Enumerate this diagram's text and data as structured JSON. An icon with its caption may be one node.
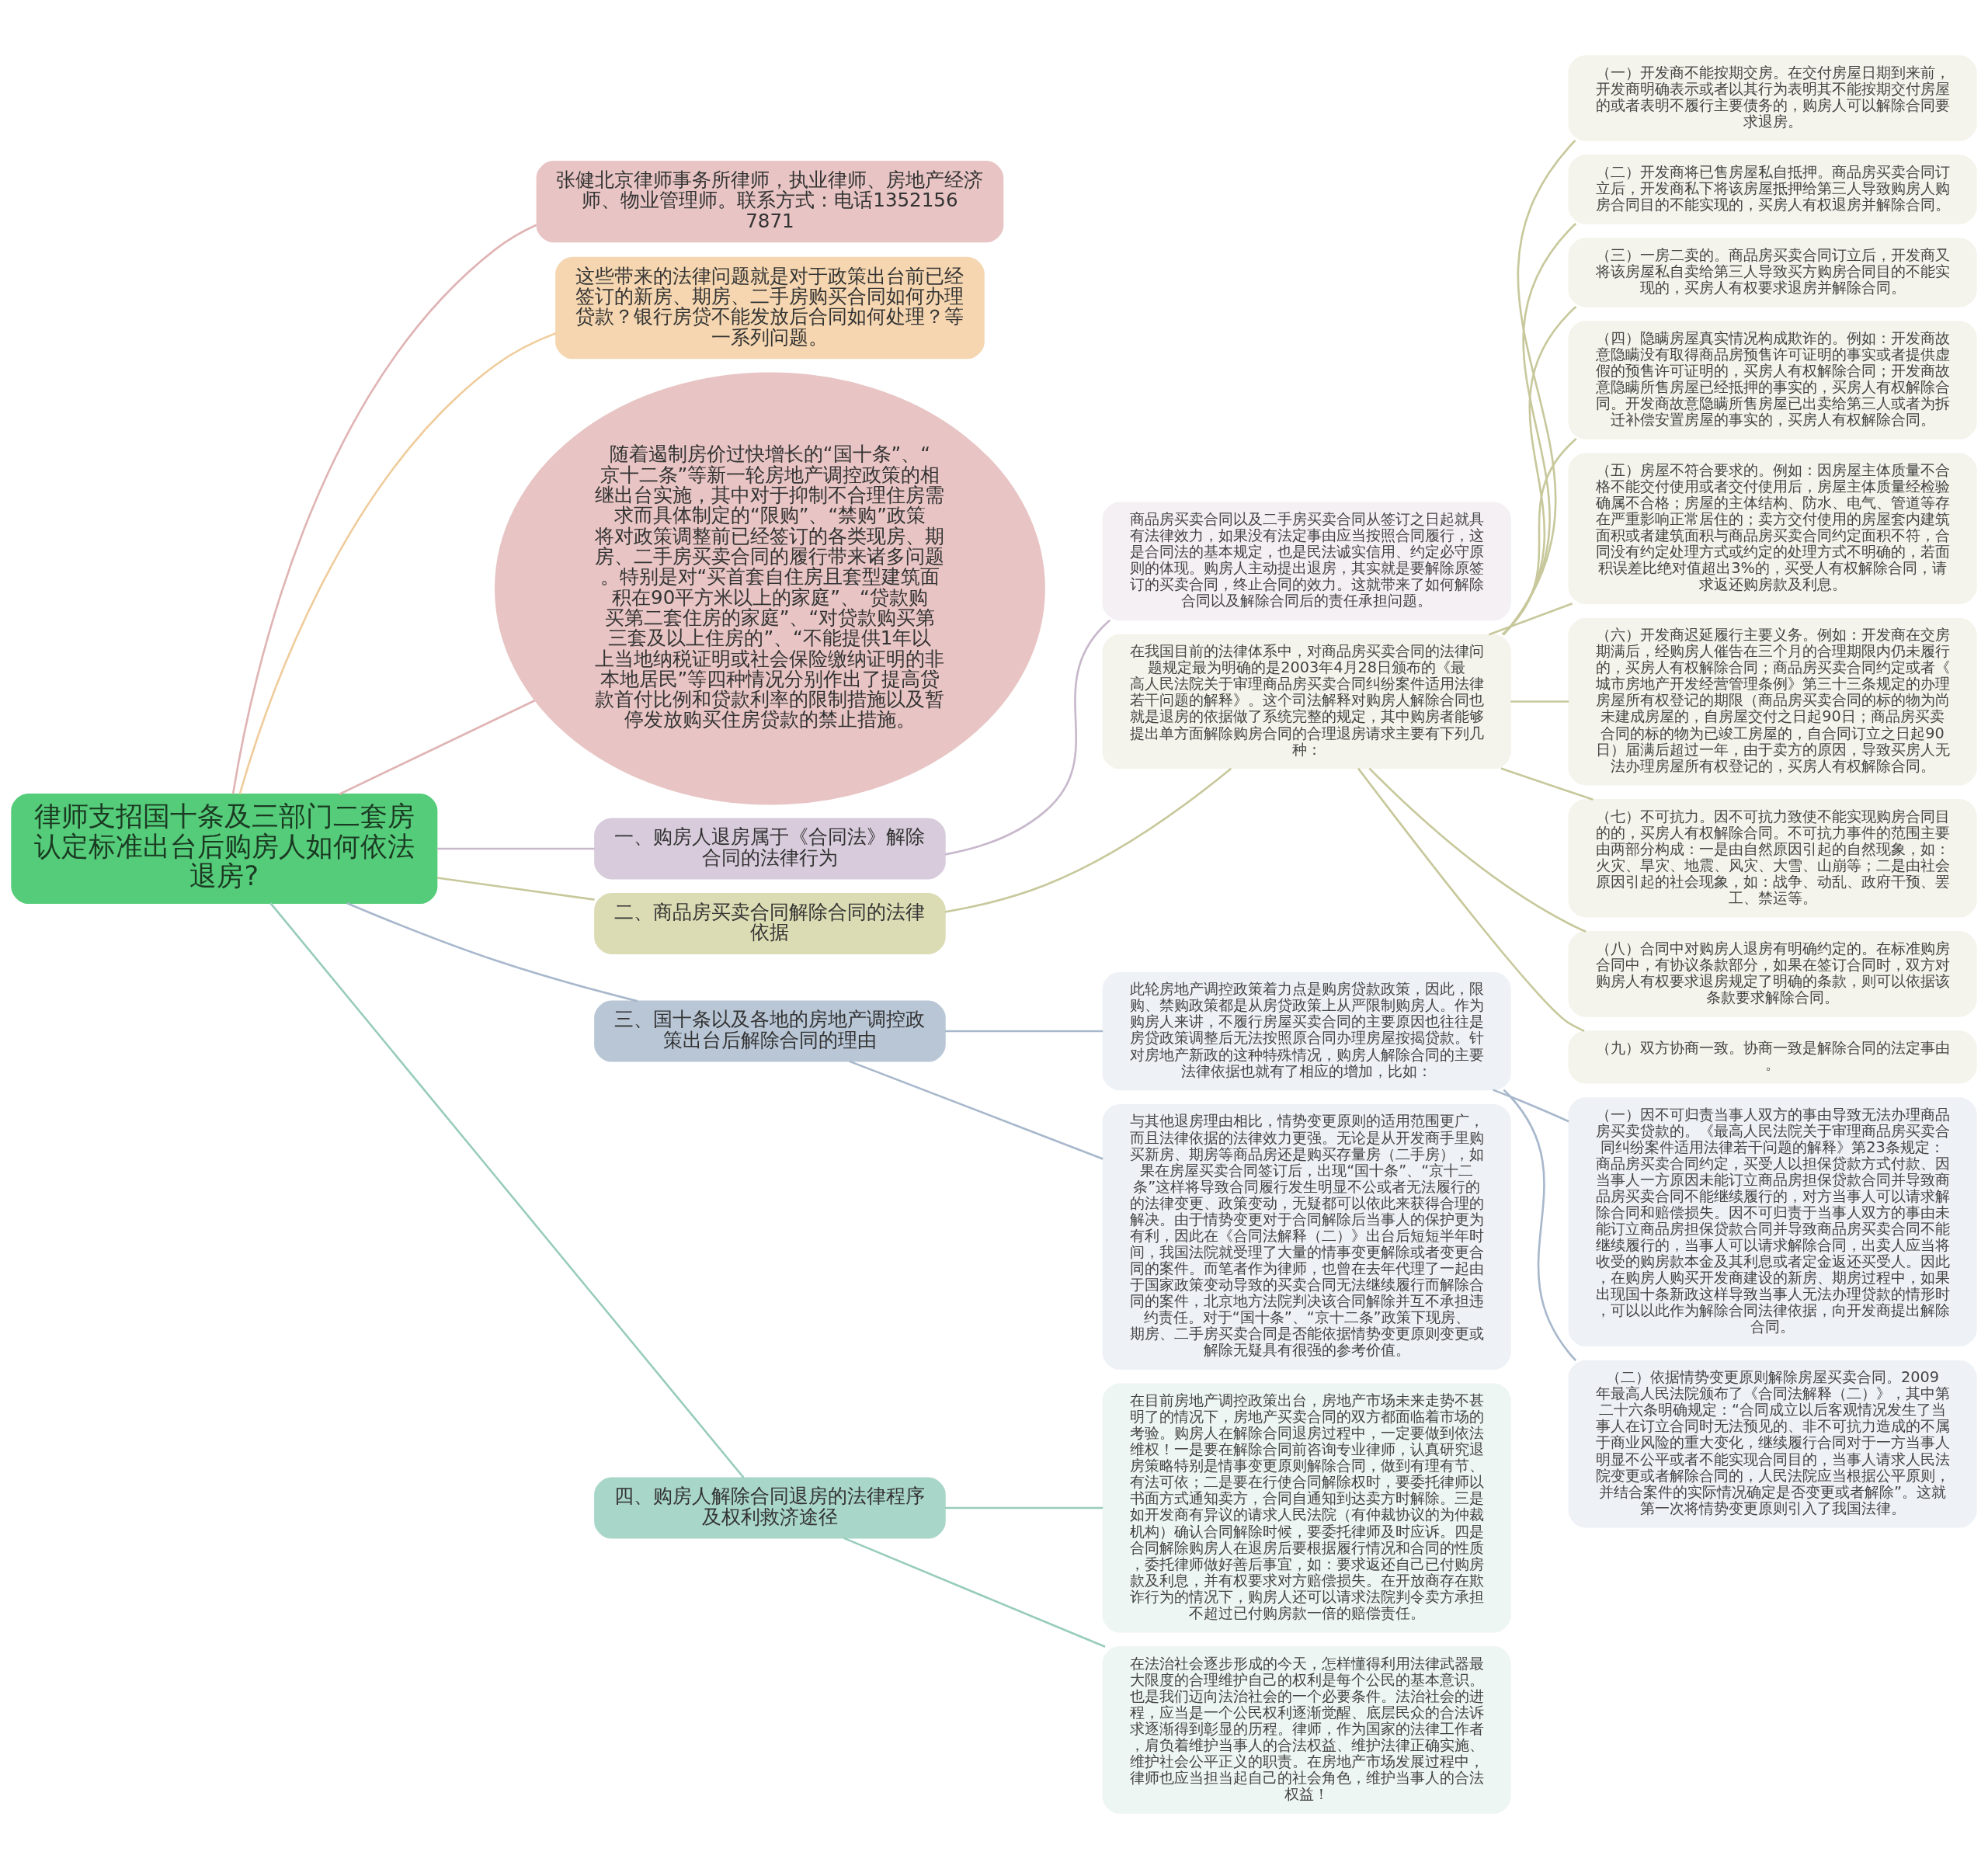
{
  "diagram": {
    "nodes": [
      {
        "text": [
          "律师支招国十条及三部门二套房认定标准出台后购房人如何依法退房?"
        ]
      },
      {
        "text": [
          "张健北京律师事务所律师，执业律师、房地产经济师、物业管理师。联系方式：电话13521567871"
        ]
      },
      {
        "text": [
          "这些带来的法律问题就是对于政策出台前已经签订的新房、期房、二手房购买合同如何办理贷款？银行房贷不能发放后合同如何处理？等一系列问题。"
        ]
      },
      {
        "text": [
          "随着遏制房价过快增长的“国十条”、“京十二条”等新一轮房地产调控政策的相继出台实施，其中对于抑制不合理住房需求而具体制定的“限购”、“禁购”政策将对政策调整前已经签订的各类现房、期房、二手房买卖合同的履行带来诸多问题。特别是对“买首套自住房且套型建筑面积在90平方米以上的家庭”、“贷款购买第二套住房的家庭”、“对贷款购买第三套及以上住房的”、“不能提供1年以上当地纳税证明或社会保险缴纳证明的非本地居民”等四种情况分别作出了提高贷款首付比例和贷款利率的限制措施以及暂停发放购买住房贷款的禁止措施。"
        ]
      },
      {
        "text": [
          "一、购房人退房属于《合同法》解除合同的法律行为"
        ]
      },
      {
        "text": [
          "商品房买卖合同以及二手房买卖合同从签订之日起就具有法律效力，如果没有法定事由应当按照合同履行，这是合同法的基本规定，也是民法诚实信用、约定必守原则的体现。购房人主动提出退房，其实就是要解除原签订的买卖合同，终止合同的效力。这就带来了如何解除合同以及解除合同后的责任承担问题。"
        ]
      },
      {
        "text": [
          "二、商品房买卖合同解除合同的法律依据"
        ]
      },
      {
        "text": [
          "在我国目前的法律体系中，对商品房买卖合同的法律问题规定最为明确的是2003年4月28日颁布的《最高人民法院关于审理商品房买卖合同纠纷案件适用法律若干问题的解释》。这个司法解释对购房人解除合同也就是退房的依据做了系统完整的规定，其中购房者能够提出单方面解除购房合同的合理退房请求主要有下列几种："
        ]
      },
      {
        "text": [
          "（一）开发商不能按期交房。在交付房屋日期到来前，开发商明确表示或者以其行为表明其不能按期交付房屋的或者表明不履行主要债务的，购房人可以解除合同要求退房。"
        ]
      },
      {
        "text": [
          "（二）开发商将已售房屋私自抵押。商品房买卖合同订立后，开发商私下将该房屋抵押给第三人导致购房人购房合同目的不能实现的，买房人有权退房并解除合同。"
        ]
      },
      {
        "text": [
          "（三）一房二卖的。商品房买卖合同订立后，开发商又将该房屋私自卖给第三人导致买方购房合同目的不能实现的，买房人有权要求退房并解除合同。"
        ]
      },
      {
        "text": [
          "（四）隐瞒房屋真实情况构成欺诈的。例如：开发商故意隐瞒没有取得商品房预售许可证明的事实或者提供虚假的预售许可证明的，买房人有权解除合同；开发商故意隐瞒所售房屋已经抵押的事实的，买房人有权解除合同。开发商故意隐瞒所售房屋已出卖给第三人或者为拆迁补偿安置房屋的事实的，买房人有权解除合同。"
        ]
      },
      {
        "text": [
          "（五）房屋不符合要求的。例如：因房屋主体质量不合格不能交付使用或者交付使用后，房屋主体质量经检验确属不合格；房屋的主体结构、防水、电气、管道等存在严重影响正常居住的；卖方交付使用的房屋套内建筑面积或者建筑面积与商品房买卖合同约定面积不符，合同没有约定处理方式或约定的处理方式不明确的，若面积误差比绝对值超出3%的，买受人有权解除合同，请求返还购房款及利息。"
        ]
      },
      {
        "text": [
          "（六）开发商迟延履行主要义务。例如：开发商在交房期满后，经购房人催告在三个月的合理期限内仍未履行的，买房人有权解除合同；商品房买卖合同约定或者《城市房地产开发经营管理条例》第三十三条规定的办理房屋所有权登记的期限（商品房买卖合同的标的物为尚未建成房屋的，自房屋交付之日起90日；商品房买卖合同的标的物为已竣工房屋的，自合同订立之日起90日）届满后超过一年，由于卖方的原因，导致买房人无法办理房屋所有权登记的，买房人有权解除合同。"
        ]
      },
      {
        "text": [
          "（七）不可抗力。因不可抗力致使不能实现购房合同目的的，买房人有权解除合同。不可抗力事件的范围主要由两部分构成：一是由自然原因引起的自然现象，如：火灾、旱灾、地震、风灾、大雪、山崩等；二是由社会原因引起的社会现象，如：战争、动乱、政府干预、罢工、禁运等。"
        ]
      },
      {
        "text": [
          "（八）合同中对购房人退房有明确约定的。在标准购房合同中，有协议条款部分，如果在签订合同时，双方对购房人有权要求退房规定了明确的条款，则可以依据该条款要求解除合同。"
        ]
      },
      {
        "text": [
          "（九）双方协商一致。协商一致是解除合同的法定事由。"
        ]
      },
      {
        "text": [
          "三、国十条以及各地的房地产调控政策出台后解除合同的理由"
        ]
      },
      {
        "text": [
          "此轮房地产调控政策着力点是购房贷款政策，因此，限购、禁购政策都是从房贷政策上从严限制购房人。作为购房人来讲，不履行房屋买卖合同的主要原因也往往是房贷政策调整后无法按照原合同办理房屋按揭贷款。针对房地产新政的这种特殊情况，购房人解除合同的主要法律依据也就有了相应的增加，比如："
        ]
      },
      {
        "text": [
          "（一）因不可归责当事人双方的事由导致无法办理商品房买卖贷款的。《最高人民法院关于审理商品房买卖合同纠纷案件适用法律若干问题的解释》第23条规定：商品房买卖合同约定，买受人以担保贷款方式付款、因当事人一方原因未能订立商品房担保贷款合同并导致商品房买卖合同不能继续履行的，对方当事人可以请求解除合同和赔偿损失。因不可归责于当事人双方的事由未能订立商品房担保贷款合同并导致商品房买卖合同不能继续履行的，当事人可以请求解除合同，出卖人应当将收受的购房款本金及其利息或者定金返还买受人。因此，在购房人购买开发商建设的新房、期房过程中，如果出现国十条新政这样导致当事人无法办理贷款的情形时，可以以此作为解除合同法律依据，向开发商提出解除合同。"
        ]
      },
      {
        "text": [
          "（二）依据情势变更原则解除房屋买卖合同。2009年最高人民法院颁布了《合同法解释（二）》，其中第二十六条明确规定：“合同成立以后客观情况发生了当事人在订立合同时无法预见的、非不可抗力造成的不属于商业风险的重大变化，继续履行合同对于一方当事人明显不公平或者不能实现合同目的，当事人请求人民法院变更或者解除合同的，人民法院应当根据公平原则，并结合案件的实际情况确定是否变更或者解除”。这就第一次将情势变更原则引入了我国法律。"
        ]
      },
      {
        "text": [
          "与其他退房理由相比，情势变更原则的适用范围更广，而且法律依据的法律效力更强。无论是从开发商手里购买新房、期房等商品房还是购买存量房（二手房），如果在房屋买卖合同签订后，出现“国十条”、“京十二条”这样将导致合同履行发生明显不公或者无法履行的的法律变更、政策变动，无疑都可以依此来获得合理的解决。由于情势变更对于合同解除后当事人的保护更为有利，因此在《合同法解释（二）》出台后短短半年时间，我国法院就受理了大量的情事变更解除或者变更合同的案件。而笔者作为律师，也曾在去年代理了一起由于国家政策变动导致的买卖合同无法继续履行而解除合同的案件，北京地方法院判决该合同解除并互不承担违约责任。对于“国十条”、“京十二条”政策下现房、期房、二手房买卖合同是否能依据情势变更原则变更或解除无疑具有很强的参考价值。"
        ]
      },
      {
        "text": [
          "四、购房人解除合同退房的法律程序及权利救济途径"
        ]
      },
      {
        "text": [
          "在目前房地产调控政策出台，房地产市场未来走势不甚明了的情况下，房地产买卖合同的双方都面临着市场的考验。购房人在解除合同退房过程中，一定要做到依法维权！一是要在解除合同前咨询专业律师，认真研究退房策略特别是情事变更原则解除合同，做到有理有节、有法可依；二是要在行使合同解除权时，要委托律师以书面方式通知卖方，合同自通知到达卖方时解除。三是如开发商有异议的请求人民法院（有仲裁协议的为仲裁机构）确认合同解除时候，要委托律师及时应诉。四是合同解除购房人在退房后要根据履行情况和合同的性质，委托律师做好善后事宜，如：要求返还自己已付购房款及利息，并有权要求对方赔偿损失。在开放商存在欺诈行为的情况下，购房人还可以请求法院判令卖方承担不超过已付购房款一倍的赔偿责任。"
        ]
      },
      {
        "text": [
          "在法治社会逐步形成的今天，怎样懂得利用法律武器最大限度的合理维护自己的权利是每个公民的基本意识。也是我们迈向法治社会的一个必要条件。法治社会的进程，应当是一个公民权利逐渐觉醒、底层民众的合法诉求逐渐得到彰显的历程。律师，作为国家的法律工作者，肩负着维护当事人的合法权益、维护法律正确实施、维护社会公平正义的职责。在房地产市场发展过程中，律师也应当担当起自己的社会角色，维护当事人的合法权益！"
        ]
      }
    ],
    "edges": [
      {
        "from": 0,
        "to": 1,
        "arrow": "none",
        "color": "#e0b4b4"
      },
      {
        "from": 0,
        "to": 2,
        "arrow": "none",
        "color": "#f0cc9c"
      },
      {
        "from": 0,
        "to": 3,
        "arrow": "none",
        "color": "#e0b4b4"
      },
      {
        "from": 0,
        "to": 4,
        "arrow": "none",
        "color": "#c8b8cc"
      },
      {
        "from": 4,
        "to": 5,
        "arrow": "none",
        "color": "#c8b8cc"
      },
      {
        "from": 0,
        "to": 6,
        "arrow": "none"
      },
      {
        "from": 6,
        "to": 7,
        "arrow": "none"
      },
      {
        "from": 7,
        "to": 8,
        "arrow": "none"
      },
      {
        "from": 7,
        "to": 9,
        "arrow": "none"
      },
      {
        "from": 7,
        "to": 10,
        "arrow": "none"
      },
      {
        "from": 7,
        "to": 11,
        "arrow": "none"
      },
      {
        "from": 7,
        "to": 12,
        "arrow": "none"
      },
      {
        "from": 7,
        "to": 13,
        "arrow": "none"
      },
      {
        "from": 7,
        "to": 14,
        "arrow": "none"
      },
      {
        "from": 7,
        "to": 15,
        "arrow": "none"
      },
      {
        "from": 7,
        "to": 16,
        "arrow": "none"
      },
      {
        "from": 0,
        "to": 17,
        "arrow": "none",
        "color": "#a8b8cc"
      },
      {
        "from": 17,
        "to": 18,
        "arrow": "none",
        "color": "#a8b8cc"
      },
      {
        "from": 18,
        "to": 19,
        "arrow": "none",
        "color": "#a8b8cc"
      },
      {
        "from": 18,
        "to": 20,
        "arrow": "none",
        "color": "#a8b8cc"
      },
      {
        "from": 17,
        "to": 21,
        "arrow": "none",
        "color": "#a8b8cc"
      },
      {
        "from": 0,
        "to": 22,
        "arrow": "none",
        "color": "#98ccbc"
      },
      {
        "from": 22,
        "to": 23,
        "arrow": "none",
        "color": "#98ccbc"
      },
      {
        "from": 22,
        "to": 24,
        "arrow": "none",
        "color": "#98ccbc"
      }
    ]
  }
}
